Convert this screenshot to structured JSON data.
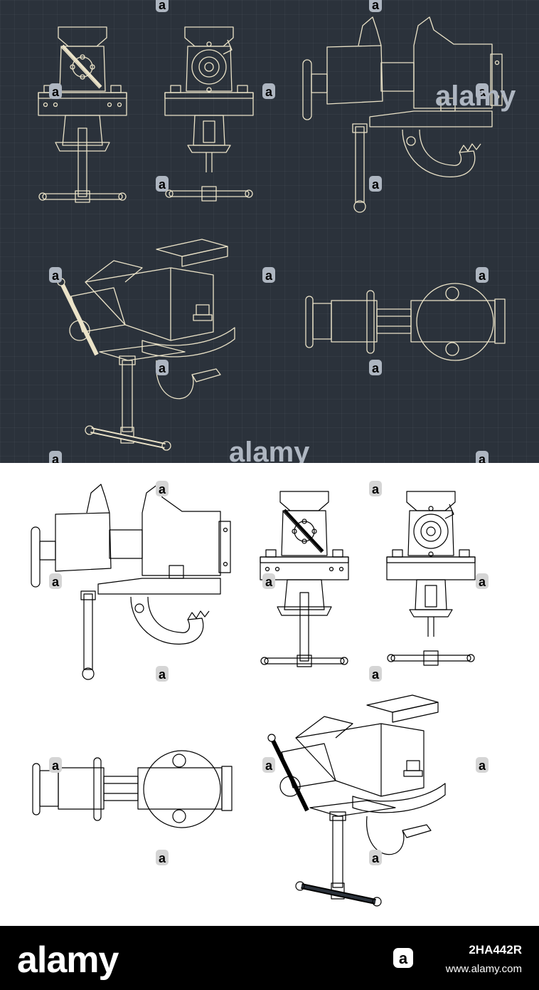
{
  "watermark": {
    "brand": "alamy",
    "glyph": "a",
    "colors": {
      "dark_panel_mark": "#aeb6c1",
      "light_panel_mark": "#d5d5d5"
    }
  },
  "footer": {
    "brand": "alamy",
    "image_id": "2HA442R",
    "site": "www.alamy.com"
  },
  "panels": {
    "blueprint": {
      "background": "#2b323b",
      "line_color": "#ebe3c8",
      "thread_color": "#d8c89a",
      "views": [
        "front",
        "rear",
        "side",
        "isometric",
        "top"
      ]
    },
    "line_art": {
      "background": "#ffffff",
      "line_color": "#000000",
      "views": [
        "side",
        "front",
        "rear",
        "top",
        "isometric"
      ]
    }
  }
}
